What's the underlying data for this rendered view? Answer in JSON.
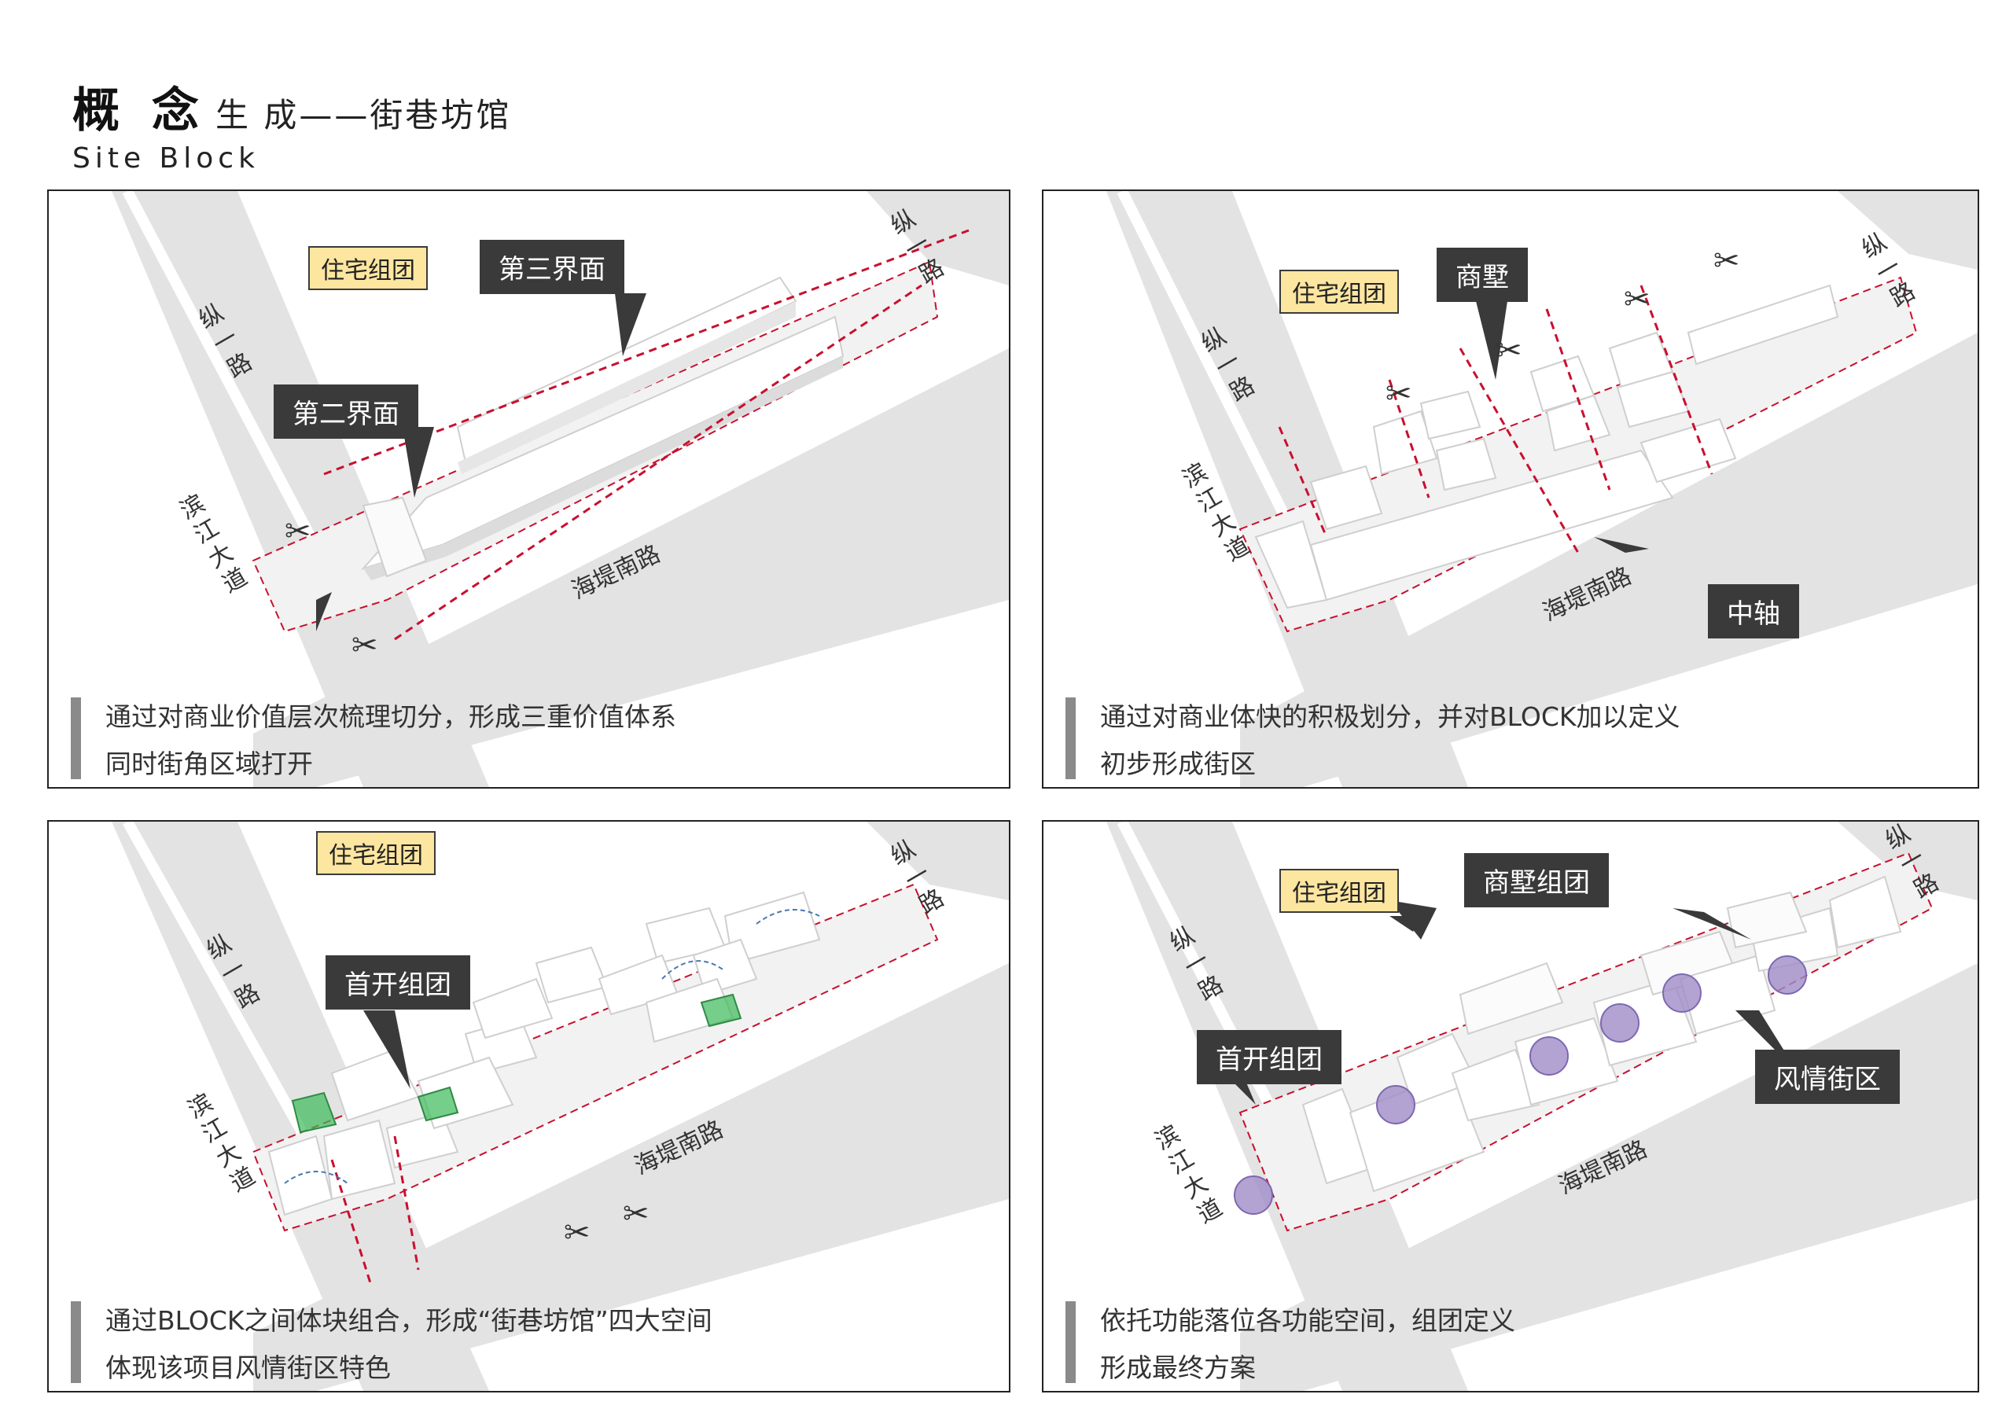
{
  "header": {
    "title_main": "概 念",
    "title_sub": "生 成——街巷坊馆",
    "title_en": "Site Block"
  },
  "panels": [
    {
      "labels": {
        "residential": "住宅组团",
        "callout1": "第三界面",
        "callout2": "第二界面"
      },
      "roads": {
        "zong_top": "纵一路",
        "zong_left": "纵一路",
        "binjiang": "滨江大道",
        "haidi": "海堤南路"
      },
      "caption": [
        "通过对商业价值层次梳理切分，形成三重价值体系",
        "同时街角区域打开"
      ]
    },
    {
      "labels": {
        "residential": "住宅组团",
        "callout1": "商墅",
        "callout2": "中轴"
      },
      "roads": {
        "zong_top": "纵一路",
        "zong_left": "纵一路",
        "binjiang": "滨江大道",
        "haidi": "海堤南路"
      },
      "caption": [
        "通过对商业体快的积极划分，并对BLOCK加以定义",
        "初步形成街区"
      ]
    },
    {
      "labels": {
        "residential": "住宅组团",
        "callout1": "首开组团"
      },
      "roads": {
        "zong_top": "纵一路",
        "zong_left": "纵一路",
        "binjiang": "滨江大道",
        "haidi": "海堤南路"
      },
      "caption": [
        "通过BLOCK之间体块组合，形成“街巷坊馆”四大空间",
        "体现该项目风情街区特色"
      ]
    },
    {
      "labels": {
        "residential": "住宅组团",
        "callout1": "商墅组团",
        "callout2": "首开组团",
        "callout3": "风情街区"
      },
      "roads": {
        "zong_top": "纵一路",
        "zong_left": "纵一路",
        "binjiang": "滨江大道",
        "haidi": "海堤南路"
      },
      "caption": [
        "依托功能落位各功能空间，组团定义",
        "形成最终方案"
      ]
    }
  ],
  "colors": {
    "road": "#e3e3e3",
    "dash": "#c8102e",
    "callout": "#3a3a3a",
    "tag": "#fde6a0",
    "green": "#3cb95a",
    "purple": "#a08cc8",
    "arrow": "#4a78b0"
  },
  "icons": [
    "scissors-icon",
    "arrow-icon"
  ]
}
